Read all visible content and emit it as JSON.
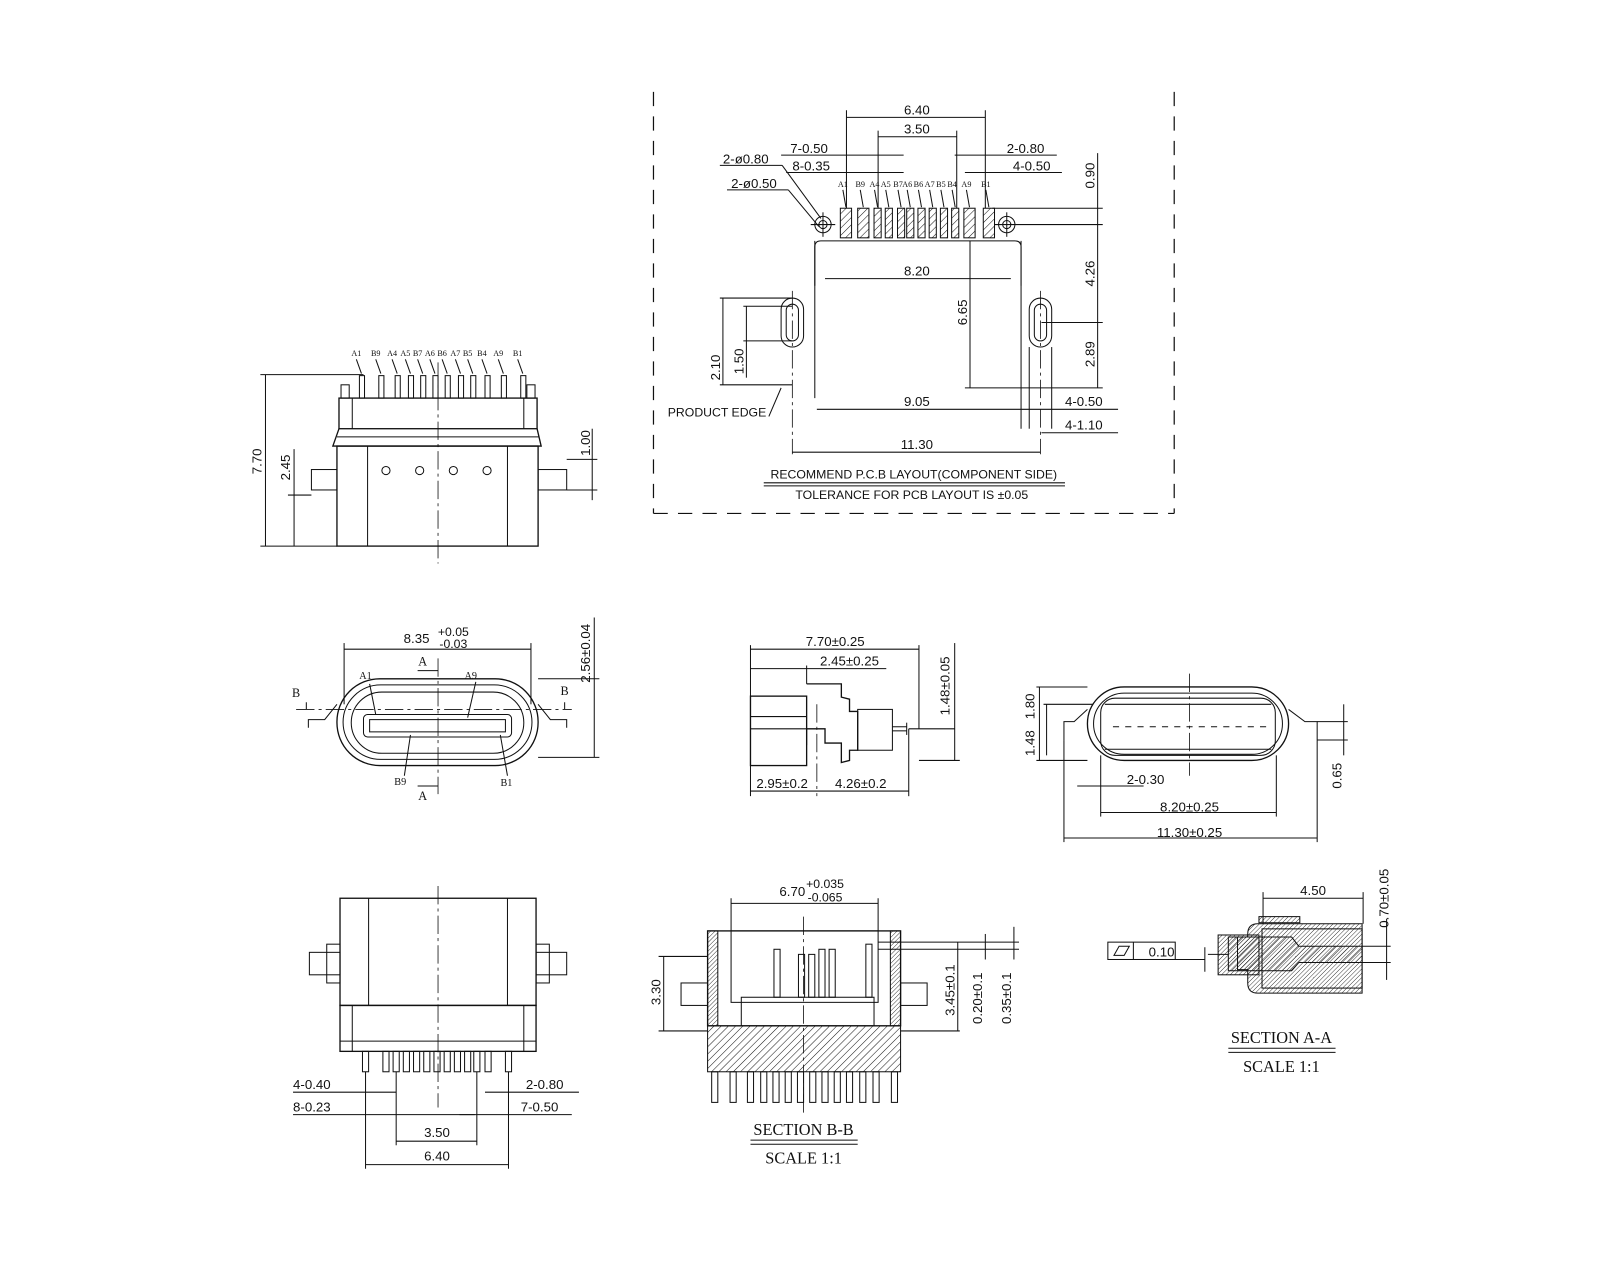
{
  "pcb_layout": {
    "title": "RECOMMEND P.C.B LAYOUT(COMPONENT SIDE)",
    "tolerance": "TOLERANCE FOR PCB LAYOUT IS ±0.05",
    "product_edge": "PRODUCT EDGE",
    "pin_labels": [
      "A1",
      "B9",
      "A4",
      "A5",
      "B7",
      "A6",
      "B6",
      "A7",
      "B5",
      "B4",
      "A9",
      "B1"
    ],
    "dims": {
      "span_outer": "6.40",
      "span_inner": "3.50",
      "pads_a": "7-0.50",
      "pads_b": "8-0.35",
      "hole_large": "2-ø0.80",
      "hole_small": "2-ø0.50",
      "pads_c": "2-0.80",
      "pads_d": "4-0.50",
      "pad_len": "0.90",
      "body_w": "8.20",
      "v_426": "4.26",
      "v_665": "6.65",
      "v_289": "2.89",
      "slot_210": "2.10",
      "slot_150": "1.50",
      "slot_span": "9.05",
      "slot_w": "4-0.50",
      "slot_w2": "4-1.10",
      "edge_span": "11.30"
    }
  },
  "side_view": {
    "pin_labels": [
      "A1",
      "B9",
      "A4",
      "A5",
      "B7",
      "A6",
      "B6",
      "A7",
      "B5",
      "B4",
      "A9",
      "B1"
    ],
    "dims": {
      "height": "7.70",
      "flange_h": "2.45",
      "flange_t": "1.00"
    }
  },
  "front_view": {
    "width": "8.35",
    "width_tol_plus": "+0.05",
    "width_tol_minus": "-0.03",
    "height": "2.56±0.04",
    "section_a_top": "A",
    "section_a_bottom": "A",
    "section_b_left": "B",
    "section_b_right": "B",
    "label_a1": "A1",
    "label_a9": "A9",
    "label_b9": "B9",
    "label_b1": "B1"
  },
  "profile_view": {
    "length": "7.70±0.25",
    "flange_pos": "2.45±0.25",
    "height": "1.48±0.05",
    "front_len": "2.95±0.2",
    "rear_len": "4.26±0.2"
  },
  "end_view": {
    "h_outer": "1.80",
    "h_inner": "1.48",
    "tab_w": "2-0.30",
    "body_w": "8.20±0.25",
    "total_w": "11.30±0.25",
    "tab_h": "0.65"
  },
  "bottom_view": {
    "pins_a": "4-0.40",
    "pins_b": "8-0.23",
    "pins_c": "2-0.80",
    "pins_d": "7-0.50",
    "span_inner": "3.50",
    "span_outer": "6.40"
  },
  "section_bb": {
    "width": "6.70",
    "tol_plus": "+0.035",
    "tol_minus": "-0.065",
    "height": "3.30",
    "h_345": "3.45±0.1",
    "h_020": "0.20±0.1",
    "h_035": "0.35±0.1",
    "title": "SECTION B-B",
    "scale": "SCALE 1:1"
  },
  "section_aa": {
    "length": "4.50",
    "thickness": "0.70±0.05",
    "flatness": "0.10",
    "title": "SECTION A-A",
    "scale": "SCALE 1:1"
  }
}
